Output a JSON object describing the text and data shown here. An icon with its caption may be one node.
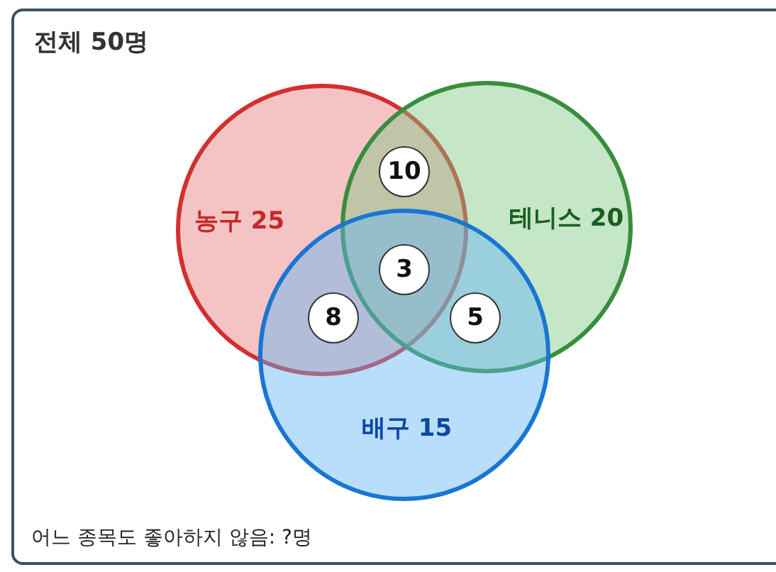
{
  "diagram": {
    "title": "전체 50명",
    "nodes": [
      {
        "text": [
          "농구 25"
        ]
      },
      {
        "text": [
          "테니스 20"
        ]
      },
      {
        "text": [
          "배구 15"
        ]
      },
      {
        "text": [
          "10"
        ]
      },
      {
        "text": [
          "3"
        ]
      },
      {
        "text": [
          "8"
        ]
      },
      {
        "text": [
          "5"
        ]
      }
    ],
    "edges": [],
    "labels": [
      "어느 종목도 좋아하지 않음: ?명"
    ]
  }
}
